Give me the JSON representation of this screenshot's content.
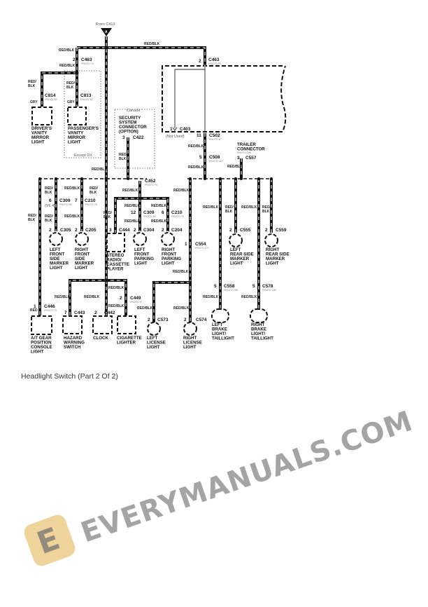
{
  "diagram": {
    "from": "From C413",
    "source_pin": "A",
    "wire_red_blk": "RED/BLK",
    "wire_red": "RED/",
    "wire_blk": "BLK",
    "wire_gry": "GRY",
    "wire_red_only": "RED",
    "not_used": "(Not Used)",
    "v6": "(V6 4)",
    "except_dx": "Except DX",
    "canada": "Canada",
    "connectors": {
      "c463_left": {
        "pin": "2",
        "id": "C463",
        "photo": "PHOTO 74"
      },
      "c463_right": {
        "pin": "2",
        "id": "C463",
        "photo": "PHOTO 85"
      },
      "c814": {
        "id": "C814",
        "photo": "PHOTO 63"
      },
      "c813": {
        "id": "C813",
        "photo": "PHOTO 63"
      },
      "c422": {
        "pin": "3",
        "id": "C422"
      },
      "c403": {
        "pin": "1",
        "id": "C403"
      },
      "c502": {
        "pin": "11",
        "id": "C502",
        "photo": "PHOTO 87"
      },
      "c508": {
        "pin": "5",
        "id": "C508",
        "photo": "PHOTO 113"
      },
      "c557": {
        "pin": "3",
        "id": "C557"
      },
      "c452": {
        "id": "C452",
        "photo": "PHOTO 76"
      },
      "c309_left": {
        "pin": "6",
        "id": "C309",
        "photo": "PHOTO 80"
      },
      "c210_left": {
        "pin": "7",
        "id": "C210",
        "photo": "PHOTO 75"
      },
      "c305": {
        "pin": "2",
        "id": "C305"
      },
      "c205": {
        "pin": "2",
        "id": "C205"
      },
      "c309_right": {
        "pin": "12",
        "id": "C309",
        "photo": "PHOTO 80"
      },
      "c210_right": {
        "pin": "6",
        "id": "C210",
        "photo": "PHOTO 75"
      },
      "c444": {
        "pin": "3",
        "id": "C444"
      },
      "c304": {
        "pin": "2",
        "id": "C304"
      },
      "c204": {
        "pin": "2",
        "id": "C204"
      },
      "c554": {
        "pin": "1",
        "id": "C554",
        "photo": "PHOTO 171"
      },
      "c555": {
        "pin": "2",
        "id": "C555"
      },
      "c559": {
        "pin": "2",
        "id": "C559"
      },
      "c446": {
        "pin": "1",
        "id": "C446",
        "photo": "PHOTO 73"
      },
      "c443": {
        "pin": "7",
        "id": "C443"
      },
      "c442": {
        "pin": "2",
        "id": "C442"
      },
      "c449": {
        "pin": "2",
        "id": "C449",
        "photo": "PHOTO 67"
      },
      "c573": {
        "pin": "2",
        "id": "C573"
      },
      "c574": {
        "pin": "2",
        "id": "C574"
      },
      "c558": {
        "pin": "5",
        "id": "C558",
        "photo": "PHOTO 196"
      },
      "c578": {
        "pin": "5",
        "id": "C578",
        "photo": "PHOTO 196"
      }
    },
    "components": {
      "drivers_mirror": [
        "DRIVER'S",
        "VANITY",
        "MIRROR",
        "LIGHT"
      ],
      "passengers_mirror": [
        "PASSENGER'S",
        "VANITY",
        "MIRROR",
        "LIGHT"
      ],
      "security": [
        "SECURITY",
        "SYSTEM",
        "CONNECTOR",
        "(OPTION)"
      ],
      "trailer": [
        "TRAILER",
        "CONNECTOR"
      ],
      "trailer_photo": "PHOTO 196",
      "lf_side_marker": [
        "LEFT",
        "FRONT",
        "SIDE",
        "MARKER",
        "LIGHT"
      ],
      "rf_side_marker": [
        "RIGHT",
        "FRONT",
        "SIDE",
        "MARKER",
        "LIGHT"
      ],
      "stereo": [
        "STEREO",
        "RADIO/",
        "CASSETTE",
        "PLAYER"
      ],
      "lf_parking": [
        "LEFT",
        "FRONT",
        "PARKING",
        "LIGHT"
      ],
      "rf_parking": [
        "RIGHT",
        "FRONT",
        "PARKING",
        "LIGHT"
      ],
      "lr_side_marker": [
        "LEFT",
        "REAR SIDE",
        "MARKER",
        "LIGHT"
      ],
      "rr_side_marker": [
        "RIGHT",
        "REAR SIDE",
        "MARKER",
        "LIGHT"
      ],
      "at_gear": [
        "A/T GEAR",
        "POSITION",
        "CONSOLE",
        "LIGHT"
      ],
      "hazard": [
        "HAZARD",
        "WARNING",
        "SWITCH"
      ],
      "clock": [
        "CLOCK"
      ],
      "lighter": [
        "CIGARETTE",
        "LIGHTER"
      ],
      "left_license": [
        "LEFT",
        "LICENSE",
        "LIGHT"
      ],
      "right_license": [
        "RIGHT",
        "LICENSE",
        "LIGHT"
      ],
      "left_brake": [
        "LEFT",
        "BRAKE",
        "LIGHT/",
        "TAILLIGHT"
      ],
      "right_brake": [
        "RIGHT",
        "BRAKE",
        "LIGHT/",
        "TAILLIGHT"
      ]
    }
  },
  "caption": "Headlight Switch (Part 2 Of 2)",
  "watermark": "EVERYMANUALS.COM",
  "watermark_logo": "E",
  "colors": {
    "wire": "#111111",
    "watermark_logo": "#e8c478",
    "watermark_text": "#5a5a5a"
  }
}
